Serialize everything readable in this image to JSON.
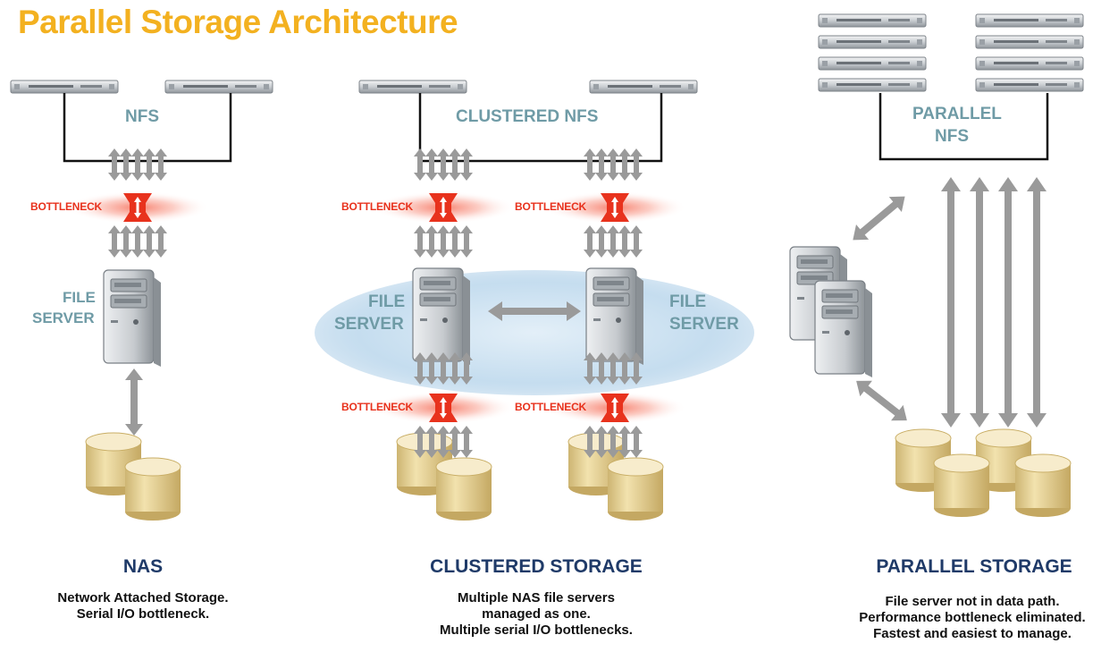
{
  "title": "Parallel Storage Architecture",
  "labels": {
    "nfs": "NFS",
    "clustered_nfs": "CLUSTERED NFS",
    "parallel_nfs_line1": "PARALLEL",
    "parallel_nfs_line2": "NFS",
    "file": "FILE",
    "server": "SERVER",
    "bottleneck": "BOTTLENECK"
  },
  "columns": [
    {
      "title": "NAS",
      "lines": [
        "Network Attached Storage.",
        "Serial I/O bottleneck."
      ]
    },
    {
      "title": "CLUSTERED STORAGE",
      "lines": [
        "Multiple NAS file servers",
        "managed as one.",
        "Multiple serial I/O bottlenecks."
      ]
    },
    {
      "title": "PARALLEL STORAGE",
      "lines": [
        "File server not in data path.",
        "Performance bottleneck eliminated.",
        "Fastest and easiest to manage."
      ]
    }
  ],
  "colors": {
    "title": "#f3b120",
    "label": "#6f9ba6",
    "bottleneck": "#e8321d",
    "caption_title": "#1f3a68",
    "arrow": "#9a9a9a"
  }
}
